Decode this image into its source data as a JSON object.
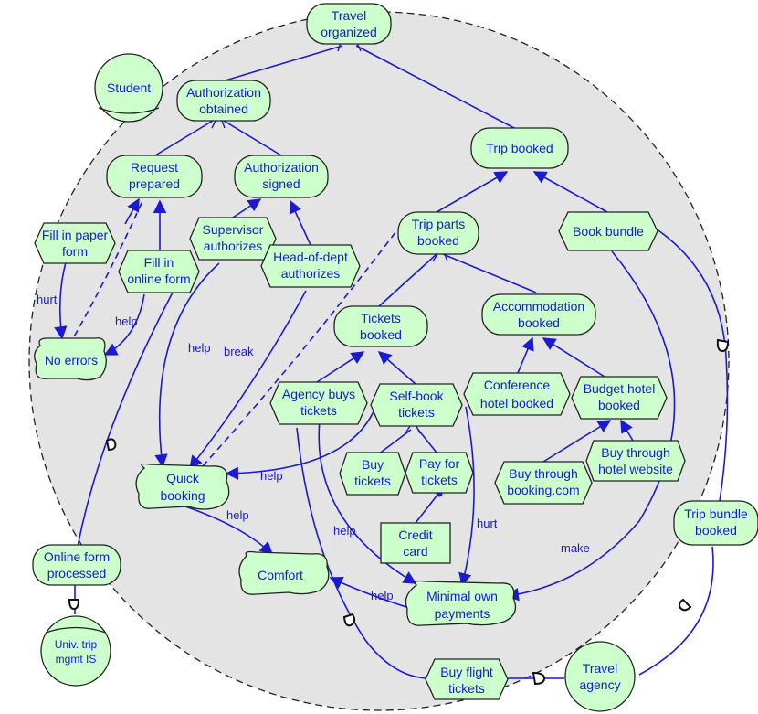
{
  "actors": {
    "student": "Student",
    "univ_line1": "Univ. trip",
    "univ_line2": "mgmt IS",
    "agency_line1": "Travel",
    "agency_line2": "agency"
  },
  "goals": {
    "travel_organized": [
      "Travel",
      "organized"
    ],
    "authorization_obtained": [
      "Authorization",
      "obtained"
    ],
    "request_prepared": [
      "Request",
      "prepared"
    ],
    "authorization_signed": [
      "Authorization",
      "signed"
    ],
    "trip_booked": [
      "Trip booked"
    ],
    "trip_parts_booked": [
      "Trip parts",
      "booked"
    ],
    "tickets_booked": [
      "Tickets",
      "booked"
    ],
    "accommodation_booked": [
      "Accommodation",
      "booked"
    ],
    "online_form_processed": [
      "Online form",
      "processed"
    ],
    "trip_bundle_booked": [
      "Trip bundle",
      "booked"
    ]
  },
  "tasks": {
    "fill_paper": [
      "Fill in paper",
      "form"
    ],
    "fill_online": [
      "Fill in",
      "online form"
    ],
    "supervisor": [
      "Supervisor",
      "authorizes"
    ],
    "head_dept": [
      "Head-of-dept",
      "authorizes"
    ],
    "book_bundle": [
      "Book bundle"
    ],
    "agency_buys": [
      "Agency buys",
      "tickets"
    ],
    "self_book": [
      "Self-book",
      "tickets"
    ],
    "conference_hotel": [
      "Conference",
      "hotel booked"
    ],
    "budget_hotel": [
      "Budget hotel",
      "booked"
    ],
    "buy_tickets": [
      "Buy",
      "tickets"
    ],
    "pay_tickets": [
      "Pay for",
      "tickets"
    ],
    "buy_booking": [
      "Buy through",
      "booking.com"
    ],
    "buy_hotel_site": [
      "Buy through",
      "hotel website"
    ],
    "buy_flight": [
      "Buy flight",
      "tickets"
    ]
  },
  "softgoals": {
    "no_errors": "No errors",
    "quick_booking": [
      "Quick",
      "booking"
    ],
    "comfort": "Comfort",
    "minimal_payments": [
      "Minimal own",
      "payments"
    ]
  },
  "resources": {
    "credit_card": [
      "Credit",
      "card"
    ]
  },
  "links": {
    "hurt_1": "hurt",
    "help_1": "help",
    "help_2": "help",
    "break_1": "break",
    "help_3": "help",
    "help_4": "help",
    "help_5": "help",
    "hurt_2": "hurt",
    "make_1": "make",
    "help_6": "help"
  },
  "colors": {
    "node_fill": "#ccffcc",
    "boundary_fill": "#e4e4e4",
    "link": "#1a1ad0",
    "outline": "#222222"
  }
}
